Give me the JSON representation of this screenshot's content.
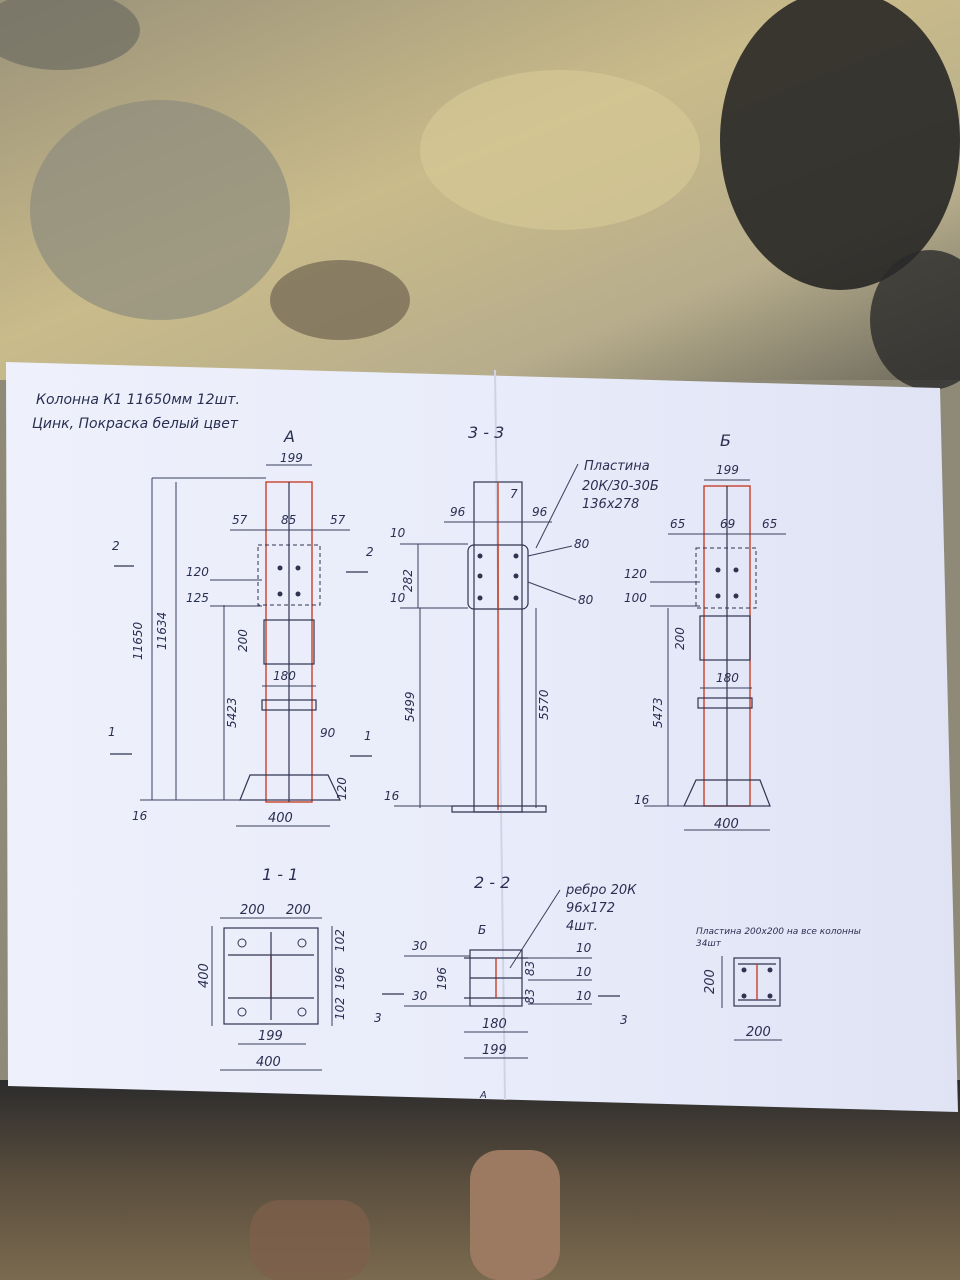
{
  "sheet": {
    "title_line1": "Колонна К1 11650мм 12шт.",
    "title_line2": "Цинк, Покраска белый цвет"
  },
  "views": {
    "a": {
      "label": "А",
      "d_width": "199",
      "d_left": "57",
      "d_mid": "85",
      "d_right": "57",
      "d_120": "120",
      "d_125": "125",
      "d_200": "200",
      "d_180": "180",
      "d_total": "11650",
      "d_inner": "11634",
      "d_5423": "5423",
      "d_90": "90",
      "d_120b": "120",
      "d_16": "16",
      "d_400": "400",
      "cut_2": "2",
      "cut_1": "1",
      "cut_1b": "1"
    },
    "s33": {
      "label": "3 - 3",
      "plate_note_1": "Пластина",
      "plate_note_2": "20К/30-30Б",
      "plate_note_3": "136x278",
      "d_96l": "96",
      "d_7": "7",
      "d_96r": "96",
      "d_10t": "10",
      "d_282": "282",
      "d_10b": "10",
      "d_80t": "80",
      "d_80b": "80",
      "d_5499": "5499",
      "d_5570": "5570",
      "d_16": "16",
      "cut_2": "2"
    },
    "b": {
      "label": "Б",
      "d_width": "199",
      "d_left": "65",
      "d_mid": "69",
      "d_right": "65",
      "d_120": "120",
      "d_100": "100",
      "d_200": "200",
      "d_180": "180",
      "d_5473": "5473",
      "d_16": "16",
      "d_400": "400"
    },
    "s11": {
      "label": "1 - 1",
      "d_200l": "200",
      "d_200r": "200",
      "d_400v": "400",
      "d_102t": "102",
      "d_196": "196",
      "d_102b": "102",
      "d_199": "199",
      "d_400h": "400"
    },
    "s22": {
      "label": "2 - 2",
      "rib_note_1": "ребро 20К",
      "rib_note_2": "96x172",
      "rib_note_3": "4шт.",
      "b_mark": "Б",
      "d_30t": "30",
      "d_196": "196",
      "d_30b": "30",
      "d_83a": "83",
      "d_83b": "83",
      "d_10a": "10",
      "d_10b": "10",
      "d_10c": "10",
      "d_180": "180",
      "d_199": "199",
      "cut_3l": "3",
      "cut_3r": "3",
      "bottom_mark": "А"
    },
    "plate": {
      "note_1": "Пластина 200x200 на все колонны",
      "note_2": "34шт",
      "d_200v": "200",
      "d_200h": "200"
    }
  }
}
